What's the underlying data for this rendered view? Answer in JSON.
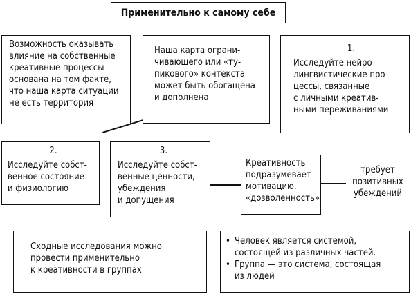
{
  "title": "Применительно к самому себе",
  "box_possibility": [
    "Возможность оказывать",
    "влияние на собственные",
    "креативные процессы",
    "основана на том факте,",
    "что наша карта ситуации",
    "не есть территория"
  ],
  "box_map": [
    "Наша карта ограни-",
    "чивающего или «ту-",
    "пикового» контекста",
    "может быть обогащена",
    "и дополнена"
  ],
  "box_1": {
    "number": "1.",
    "lines": [
      "Исследуйте нейро-",
      "лингвистические про-",
      "цессы, связанные",
      "с личными креатив-",
      "ными переживаниями"
    ]
  },
  "box_2": {
    "number": "2.",
    "lines": [
      "Исследуйте собст-",
      "венное состояние",
      "и физиологию"
    ]
  },
  "box_3": {
    "number": "3.",
    "lines": [
      "Исследуйте собст-",
      "венные ценности,",
      "убеждения",
      "и допущения"
    ]
  },
  "box_creativity": [
    "Креативность",
    "подразумевает",
    "мотивацию,",
    "«дозволенность»"
  ],
  "requires_label": [
    "требует",
    "позитивных",
    "убеждений"
  ],
  "box_groups": [
    "Сходные исследования можно",
    "провести применительно",
    "к креативности в группах"
  ],
  "box_system": {
    "items": [
      [
        "Человек является системой,",
        "состоящей из различных частей."
      ],
      [
        "Группа — это система, состоящая",
        "из людей"
      ]
    ]
  }
}
